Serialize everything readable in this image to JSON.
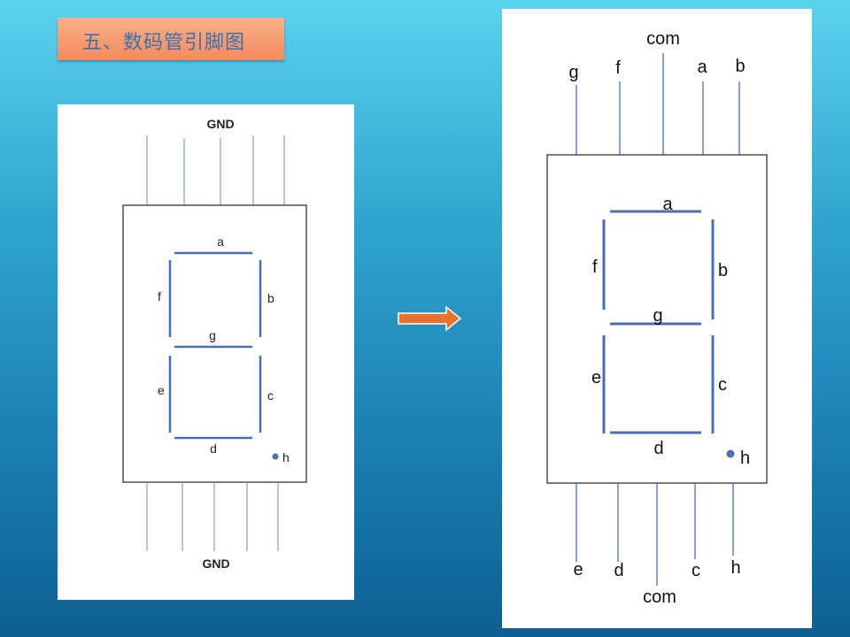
{
  "title": "五、数码管引脚图",
  "left_diagram": {
    "top_label": "GND",
    "bottom_label": "GND",
    "segments": {
      "a": "a",
      "b": "b",
      "c": "c",
      "d": "d",
      "e": "e",
      "f": "f",
      "g": "g"
    },
    "dot_label": "h"
  },
  "right_diagram": {
    "top_pins": [
      "g",
      "f",
      "com",
      "a",
      "b"
    ],
    "bottom_pins": [
      "e",
      "d",
      "com",
      "c",
      "h"
    ],
    "segments": {
      "a": "a",
      "b": "b",
      "c": "c",
      "d": "d",
      "e": "e",
      "f": "f",
      "g": "g"
    },
    "dot_label": "h"
  },
  "colors": {
    "title_bg": "#f58a5c",
    "title_text": "#3a6fb2",
    "segment": "#4a6fb5",
    "arrow": "#e8722e"
  }
}
